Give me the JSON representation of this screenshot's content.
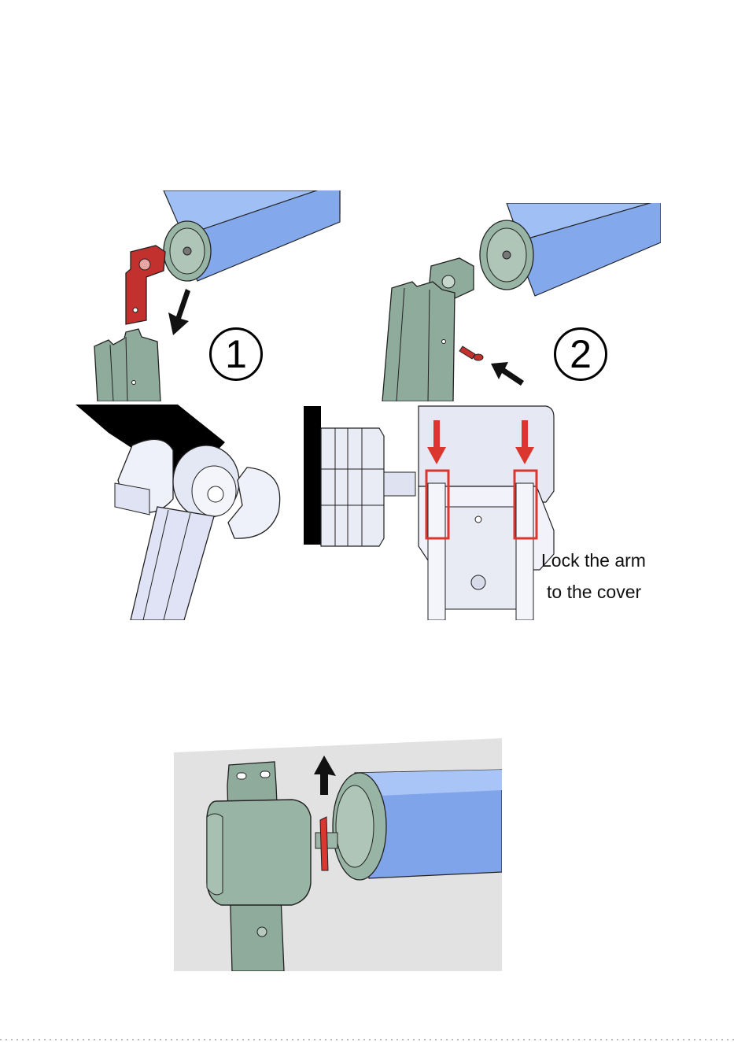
{
  "steps": [
    {
      "number": "1"
    },
    {
      "number": "2"
    }
  ],
  "caption": {
    "line1": "Lock the arm",
    "line2": "to the cover"
  },
  "colors": {
    "fabric_blue": "#8fb0ee",
    "part_green": "#8fab9c",
    "bracket_red": "#c2312d",
    "highlight_red": "#d9372f",
    "outline": "#1a1a1a"
  }
}
